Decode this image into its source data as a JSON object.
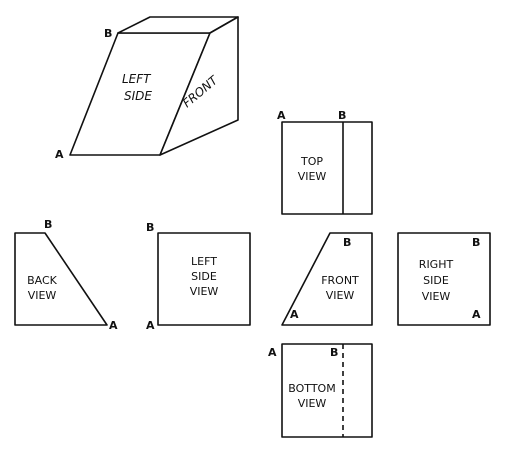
{
  "iso": {
    "point_b": "B",
    "point_a": "A",
    "face_left_line1": "LEFT",
    "face_left_line2": "SIDE",
    "face_front": "FRONT"
  },
  "top_view": {
    "point_a": "A",
    "point_b": "B",
    "line1": "TOP",
    "line2": "VIEW"
  },
  "back_view": {
    "point_b": "B",
    "point_a": "A",
    "line1": "BACK",
    "line2": "VIEW"
  },
  "left_side_view": {
    "point_b": "B",
    "point_a": "A",
    "line1": "LEFT",
    "line2": "SIDE",
    "line3": "VIEW"
  },
  "front_view": {
    "point_b": "B",
    "point_a": "A",
    "line1": "FRONT",
    "line2": "VIEW"
  },
  "right_side_view": {
    "point_b": "B",
    "point_a": "A",
    "line1": "RIGHT",
    "line2": "SIDE",
    "line3": "VIEW"
  },
  "bottom_view": {
    "point_a": "A",
    "point_b": "B",
    "line1": "BOTTOM",
    "line2": "VIEW"
  }
}
